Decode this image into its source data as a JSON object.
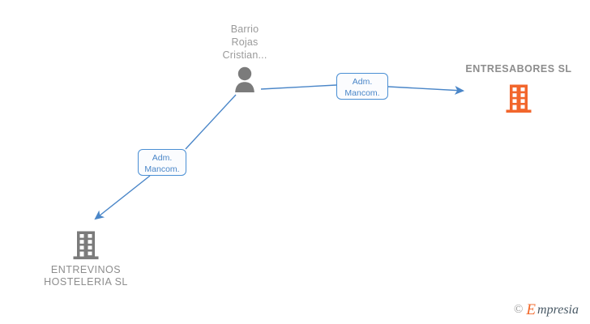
{
  "diagram": {
    "background": "#ffffff",
    "edge_color": "#4a86c8",
    "person_color": "#7b7b7b",
    "company_colors": {
      "highlight": "#f2662c",
      "normal": "#7b7b7b"
    },
    "nodes": [
      {
        "id": "person-barrio-rojas",
        "type": "person",
        "label": "Barrio\nRojas\nCristian...",
        "icon": "person-icon",
        "color": "#7b7b7b"
      },
      {
        "id": "company-entresabores",
        "type": "company",
        "label": "ENTRESABORES SL",
        "icon": "building-icon",
        "color": "#f2662c"
      },
      {
        "id": "company-entrevinos",
        "type": "company",
        "label": "ENTREVINOS\nHOSTELERIA SL",
        "icon": "building-icon",
        "color": "#7b7b7b"
      }
    ],
    "edges": [
      {
        "id": "edge-person-to-entresabores",
        "from": "person-barrio-rojas",
        "to": "company-entresabores",
        "label": "Adm.\nMancom."
      },
      {
        "id": "edge-person-to-entrevinos",
        "from": "person-barrio-rojas",
        "to": "company-entrevinos",
        "label": "Adm.\nMancom."
      }
    ]
  },
  "watermark": {
    "copyright": "©",
    "brand_initial": "E",
    "brand_rest": "mpresia"
  }
}
